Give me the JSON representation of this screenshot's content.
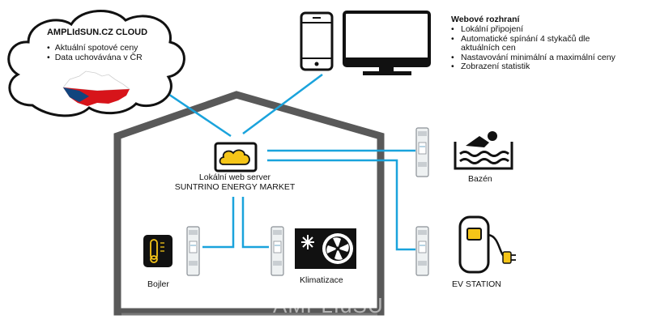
{
  "cloud": {
    "title": "AMPLIdSUN.CZ CLOUD",
    "items": [
      "Aktuální spotové ceny",
      "Data uchovávána v ČR"
    ]
  },
  "web_interface": {
    "title": "Webové rozhraní",
    "items": [
      "Lokální připojení",
      "Automatické spínání 4 stykačů dle aktuálních cen",
      "Nastavování minimální a maximální ceny",
      "Zobrazení statistik"
    ]
  },
  "server": {
    "line1": "Lokální web server",
    "line2": "SUNTRINO ENERGY MARKET"
  },
  "devices": {
    "bojler": "Bojler",
    "klimatizace": "Klimatizace",
    "bazen": "Bazén",
    "ev": "EV STATION"
  },
  "watermark": "AMPLIdSUN",
  "colors": {
    "connection": "#1aa3dc",
    "house": "#595959",
    "cloud_icon": "#f5c518",
    "ev_accent": "#f5c518",
    "flag_red": "#d7141a",
    "flag_blue": "#11457e"
  }
}
